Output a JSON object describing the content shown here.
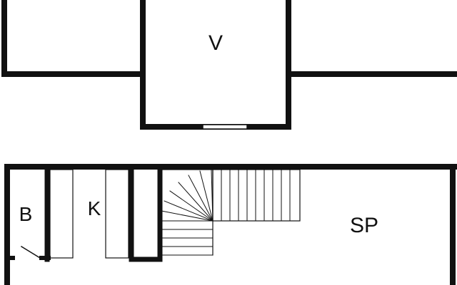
{
  "colors": {
    "wall": "#111111",
    "background": "#ffffff",
    "line": "#222222"
  },
  "rooms": {
    "veranda": "V",
    "bathroom": "B",
    "kitchen": "K",
    "living_room": "SP"
  }
}
